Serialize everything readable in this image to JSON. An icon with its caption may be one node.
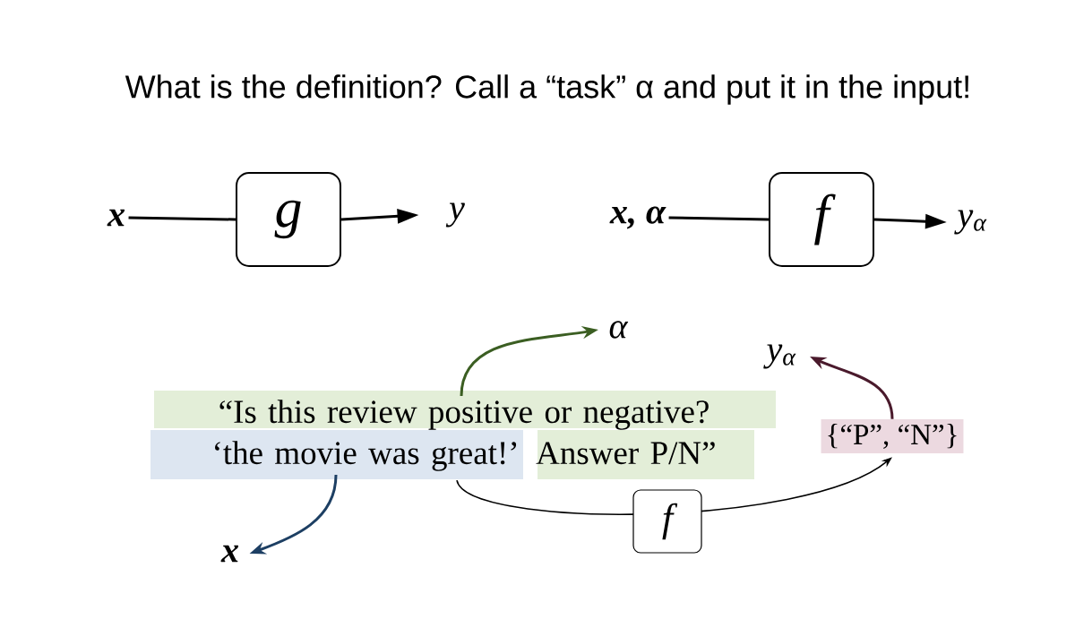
{
  "diagram": {
    "title": "What is the definition? Call a “task” α and put it in the input!",
    "nodes": [
      {
        "text": [
          "x"
        ]
      },
      {
        "text": [
          "g"
        ]
      },
      {
        "text": [
          "y"
        ]
      },
      {
        "text": [
          "x, α"
        ]
      },
      {
        "text": [
          "f"
        ]
      },
      {
        "text": [
          "y$_{α}$"
        ]
      },
      {
        "text": [
          "α"
        ]
      },
      {
        "text": [
          "y$_{α}$"
        ]
      },
      {
        "text": [
          "“Is this review positive or negative? ‘the movie was great!’ Answer P/N”"
        ]
      },
      {
        "text": [
          "{“P”, “N”}"
        ]
      },
      {
        "text": [
          "x"
        ]
      }
    ],
    "edges": [
      {
        "from": 0,
        "to": 1,
        "arrow": "none"
      },
      {
        "from": 1,
        "to": 2,
        "arrow": "to"
      },
      {
        "from": 3,
        "to": 4,
        "arrow": "none"
      },
      {
        "from": 4,
        "to": 5,
        "arrow": "to"
      },
      {
        "from": 8,
        "to": 6,
        "arrow": "to",
        "color": "#3b5e22"
      },
      {
        "from": 8,
        "to": 10,
        "arrow": "to",
        "color": "#1d3f63"
      },
      {
        "from": 9,
        "to": 7,
        "arrow": "to",
        "color": "#4a1a2c"
      },
      {
        "from": 8,
        "to": 9,
        "arrow": "to",
        "label": "f"
      }
    ]
  }
}
